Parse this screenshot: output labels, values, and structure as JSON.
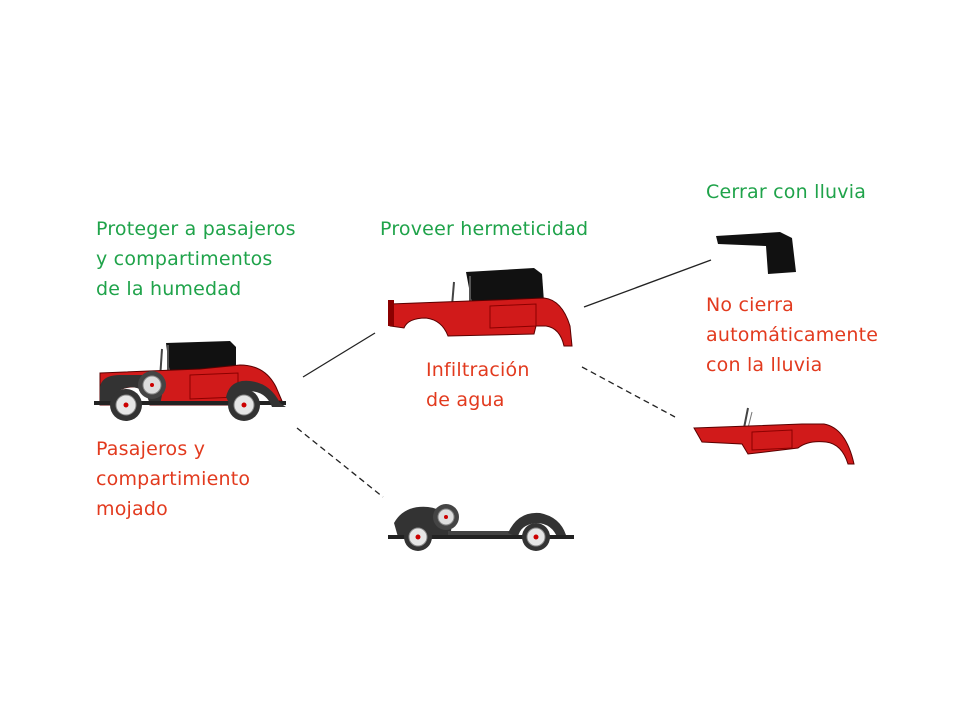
{
  "nodes": {
    "root": {
      "function": "Proteger a pasajeros\ny compartimentos\nde la humedad",
      "failure": "Pasajeros y\ncompartimiento\nmojado"
    },
    "body": {
      "function": "Proveer hermeticidad",
      "failure": "Infiltración\nde agua"
    },
    "top": {
      "function": "Cerrar con lluvia",
      "failure": "No cierra\nautomáticamente\ncon la lluvia"
    }
  },
  "colors": {
    "function_text": "#1fa34a",
    "failure_text": "#e23a1e",
    "car_red": "#d11a1a",
    "car_dark": "#333333",
    "connector": "#222222"
  },
  "icons": [
    "full-car-icon",
    "car-body-icon",
    "chassis-icon",
    "soft-top-icon",
    "lower-body-icon"
  ]
}
